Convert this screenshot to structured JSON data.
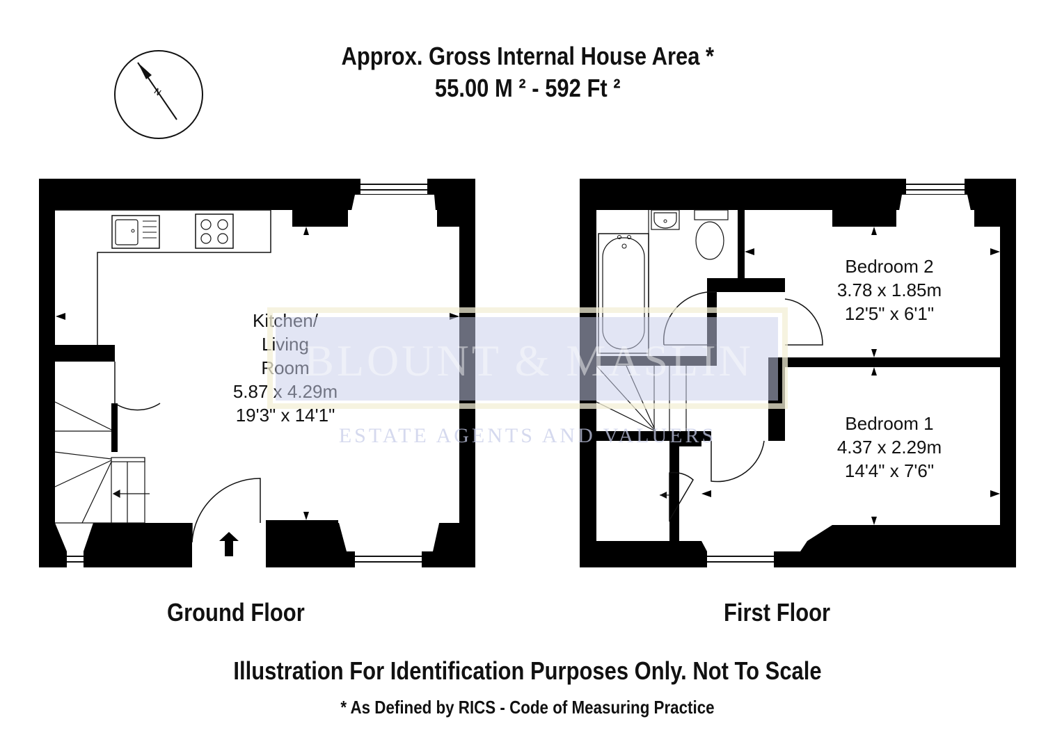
{
  "header": {
    "title": "Approx. Gross Internal House Area *",
    "area": "55.00 M ²  -  592 Ft ²"
  },
  "compass": {
    "label": "N"
  },
  "ground_floor": {
    "label": "Ground Floor",
    "room": {
      "name_line1": "Kitchen/",
      "name_line2": "Living",
      "name_line3": "Room",
      "metric": "5.87 x 4.29m",
      "imperial": "19'3\" x 14'1\""
    }
  },
  "first_floor": {
    "label": "First Floor",
    "bedroom2": {
      "name": "Bedroom 2",
      "metric": "3.78 x 1.85m",
      "imperial": "12'5\" x 6'1\""
    },
    "bedroom1": {
      "name": "Bedroom 1",
      "metric": "4.37 x 2.29m",
      "imperial": "14'4\" x 7'6\""
    }
  },
  "watermark": {
    "brand": "BLOUNT & MASLIN",
    "tagline": "ESTATE AGENTS AND VALUERS"
  },
  "footer": {
    "disclaimer": "Illustration For Identification Purposes Only. Not To Scale",
    "note": "* As Defined by RICS - Code of Measuring Practice"
  },
  "colors": {
    "wall": "#000000",
    "watermark_fill": "#c7cde9",
    "watermark_border": "#f3efd6"
  }
}
